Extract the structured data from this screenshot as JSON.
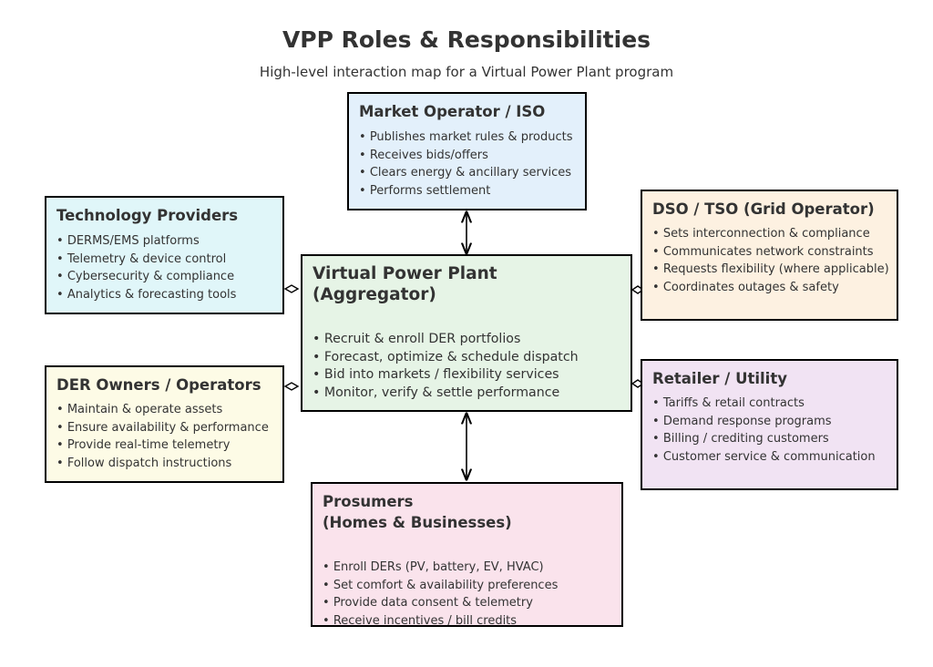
{
  "header": {
    "title": "VPP Roles & Responsibilities",
    "subtitle": "High-level interaction map for a Virtual Power Plant program"
  },
  "boxes": {
    "market": {
      "title": "Market Operator / ISO",
      "color": "#e3f0fb",
      "items": [
        "Publishes market rules & products",
        "Receives bids/offers",
        "Clears energy & ancillary services",
        "Performs settlement"
      ]
    },
    "tech": {
      "title": "Technology Providers",
      "color": "#e0f6f9",
      "items": [
        "DERMS/EMS platforms",
        "Telemetry & device control",
        "Cybersecurity & compliance",
        "Analytics & forecasting tools"
      ]
    },
    "dso": {
      "title": "DSO / TSO (Grid Operator)",
      "color": "#fdf1e1",
      "items": [
        "Sets interconnection & compliance",
        "Communicates network constraints",
        "Requests flexibility (where applicable)",
        "Coordinates outages & safety"
      ]
    },
    "vpp": {
      "title": "Virtual Power Plant\n(Aggregator)",
      "color": "#e6f4e6",
      "items": [
        "Recruit & enroll DER portfolios",
        "Forecast, optimize & schedule dispatch",
        "Bid into markets / flexibility services",
        "Monitor, verify & settle performance"
      ]
    },
    "der": {
      "title": "DER Owners / Operators",
      "color": "#fdfbe6",
      "items": [
        "Maintain & operate assets",
        "Ensure availability & performance",
        "Provide real-time telemetry",
        "Follow dispatch instructions"
      ]
    },
    "retailer": {
      "title": "Retailer / Utility",
      "color": "#f1e3f3",
      "items": [
        "Tariffs & retail contracts",
        "Demand response programs",
        "Billing / crediting customers",
        "Customer service & communication"
      ]
    },
    "prosumers": {
      "title": "Prosumers\n(Homes & Businesses)",
      "color": "#fae3ec",
      "items": [
        "Enroll DERs (PV, battery, EV, HVAC)",
        "Set comfort & availability preferences",
        "Provide data consent & telemetry",
        "Receive incentives / bill credits"
      ]
    }
  }
}
